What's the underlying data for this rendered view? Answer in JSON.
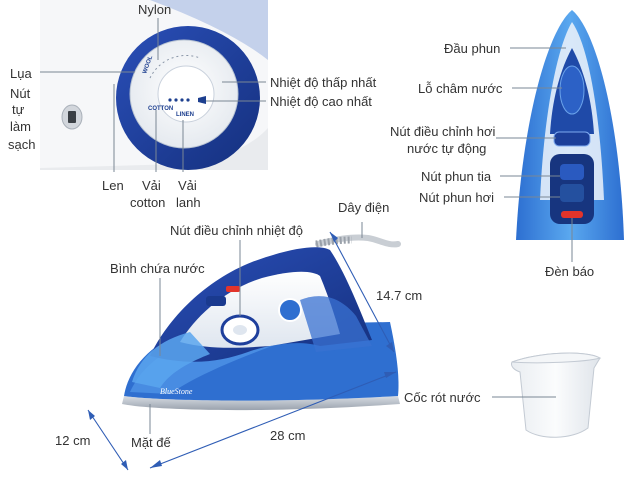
{
  "dial_labels": {
    "nylon": "Nylon",
    "silk": "Lụa",
    "self_clean_line1": "Nút",
    "self_clean_line2": "tự",
    "self_clean_line3": "làm",
    "self_clean_line4": "sạch",
    "lowest_temp": "Nhiệt độ thấp nhất",
    "highest_temp": "Nhiệt độ cao nhất",
    "wool": "Len",
    "cotton_line1": "Vải",
    "cotton_line2": "cotton",
    "linen_line1": "Vải",
    "linen_line2": "lanh"
  },
  "dial_face": {
    "wool": "WOOL",
    "cotton": "COTTON",
    "linen": "LINEN"
  },
  "top_view_labels": {
    "spray_nozzle": "Đầu phun",
    "water_inlet": "Lỗ châm nước",
    "auto_steam_line1": "Nút điều chỉnh hơi",
    "auto_steam_line2": "nước tự động",
    "spray_button": "Nút phun tia",
    "steam_button": "Nút phun hơi",
    "indicator_light": "Đèn báo"
  },
  "side_view_labels": {
    "power_cord": "Dây điện",
    "temp_dial": "Nút điều chỉnh nhiệt độ",
    "water_tank": "Bình chứa nước",
    "soleplate": "Mặt đế",
    "brand": "BlueStone"
  },
  "dimensions": {
    "height": "14.7 cm",
    "length": "28 cm",
    "width": "12 cm"
  },
  "cup_label": "Cốc rót nước",
  "colors": {
    "brand_blue": "#1e3f9c",
    "light_blue": "#3f8fe0",
    "accent_red": "#e2342b",
    "dimension_line": "#2f5db5"
  }
}
